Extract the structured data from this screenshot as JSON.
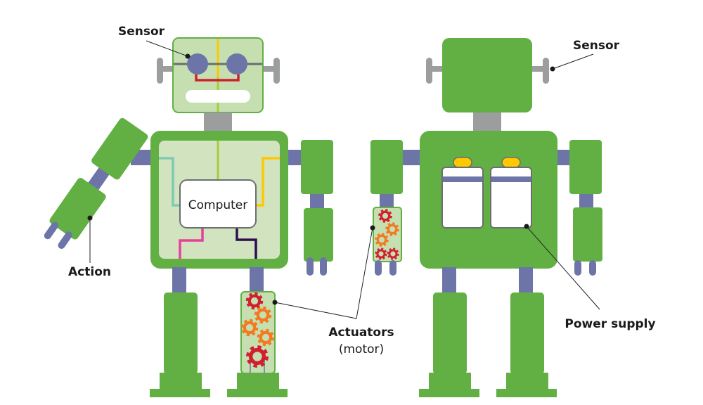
{
  "labels": {
    "sensor_front": "Sensor",
    "action": "Action",
    "computer": "Computer",
    "actuators": "Actuators",
    "actuators_sub": "(motor)",
    "sensor_back": "Sensor",
    "power_supply": "Power supply"
  },
  "colors": {
    "body_green": "#62b044",
    "light_green": "#c5dfb0",
    "joint_purple": "#6d75a8",
    "neck_gray": "#9b9e9d",
    "gear_red": "#d0202e",
    "gear_orange": "#f37a21",
    "battery_cap": "#ffc800"
  }
}
